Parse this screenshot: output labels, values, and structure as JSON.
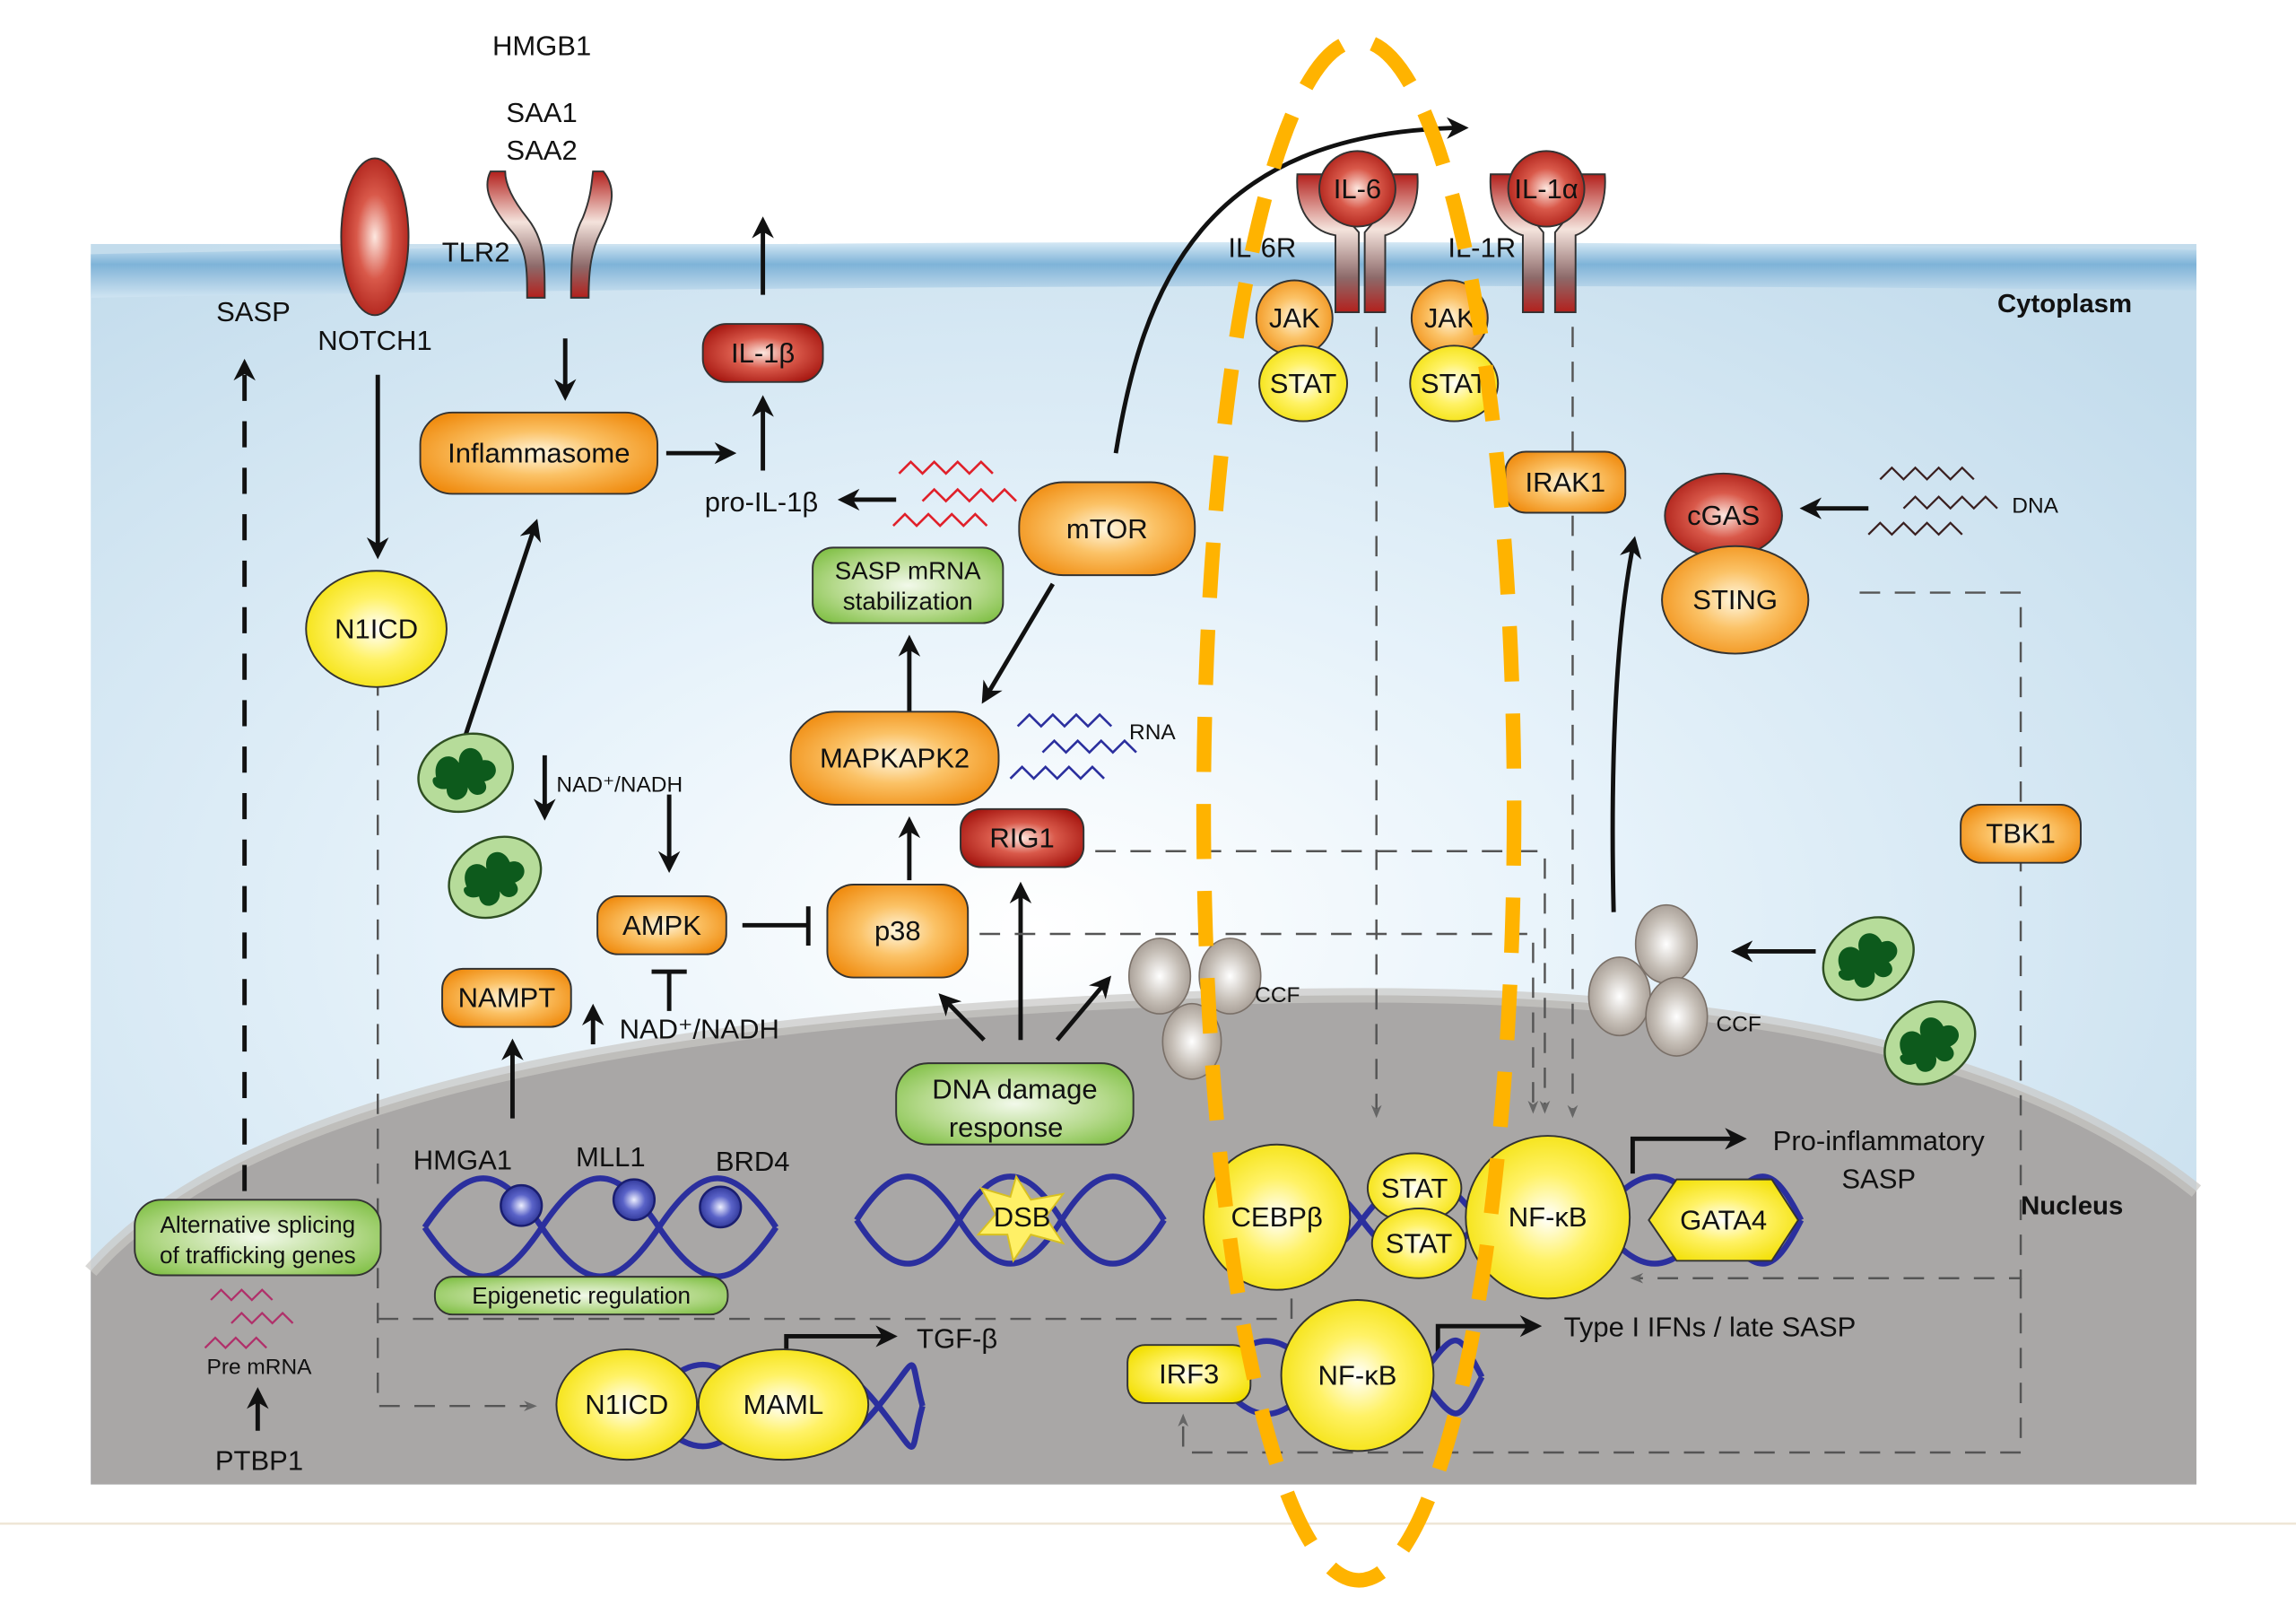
{
  "figure": {
    "compartments": {
      "cytoplasm": "Cytoplasm",
      "nucleus": "Nucleus"
    },
    "membrane": {
      "ligands_top": [
        "HMGB1",
        "SAA1",
        "SAA2"
      ],
      "tlr2": "TLR2",
      "notch1": "NOTCH1",
      "sasp_left": "SASP",
      "il6": "IL-6",
      "il6r": "IL-6R",
      "il1a": "IL-1α",
      "il1r": "IL-1R"
    },
    "nodes": {
      "il1b": "IL-1β",
      "inflammasome": "Inflammasome",
      "pro_il1b": "pro-IL-1β",
      "mtor": "mTOR",
      "sasp_mrna_line1": "SASP mRNA",
      "sasp_mrna_line2": "stabilization",
      "mapkapk2": "MAPKAPK2",
      "rna": "RNA",
      "rig1": "RIG1",
      "p38": "p38",
      "ampk": "AMPK",
      "nampt": "NAMPT",
      "nad_top": "NAD⁺/NADH",
      "nad_bottom": "NAD⁺/NADH",
      "n1icd_cyto": "N1ICD",
      "jak1": "JAK",
      "jak2": "JAK",
      "stat1": "STAT",
      "stat2": "STAT",
      "irak1": "IRAK1",
      "cgas": "cGAS",
      "sting": "STING",
      "dna": "DNA",
      "tbk1": "TBK1",
      "ccf_mid": "CCF",
      "ccf_right": "CCF",
      "ddr_line1": "DNA damage",
      "ddr_line2": "response",
      "dsb": "DSB",
      "hmga1": "HMGA1",
      "mll1": "MLL1",
      "brd4": "BRD4",
      "epigenetic": "Epigenetic regulation",
      "alt_splicing_line1": "Alternative splicing",
      "alt_splicing_line2": "of trafficking genes",
      "pre_mrna": "Pre mRNA",
      "ptbp1": "PTBP1",
      "n1icd_nuc": "N1ICD",
      "maml": "MAML",
      "tgfb": "TGF-β",
      "cebpb": "CEBPβ",
      "stat_nuc1": "STAT",
      "stat_nuc2": "STAT",
      "nfkb1": "NF-κB",
      "gata4": "GATA4",
      "pro_inflam_line1": "Pro-inflammatory",
      "pro_inflam_line2": "SASP",
      "irf3": "IRF3",
      "nfkb2": "NF-κB",
      "type1_ifn": "Type I IFNs / late SASP"
    },
    "colors": {
      "orange_node": "#f39a1e",
      "red_node": "#b3201c",
      "yellow_node": "#f5e400",
      "green_node": "#8cc152",
      "highlight": "#ffb300",
      "dna_strand": "#2b2f9e",
      "cytoplasm": "#cfe4f2",
      "nucleus": "#a9a7a6"
    }
  }
}
